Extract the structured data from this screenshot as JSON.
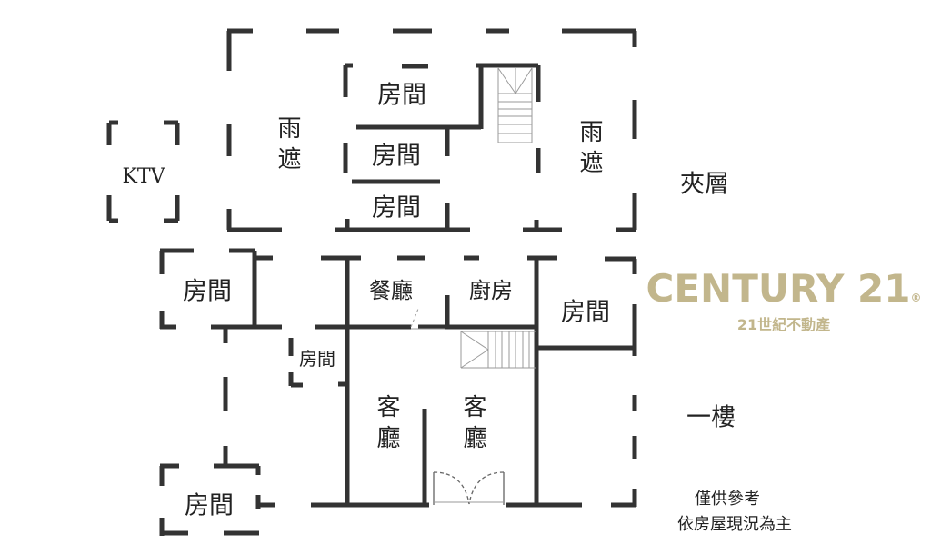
{
  "floors": {
    "mezzanine": {
      "title": "夾層",
      "rooms": [
        "房間",
        "房間",
        "房間"
      ],
      "canopy_left": "雨遮",
      "canopy_right": "雨遮",
      "ktv": "KTV"
    },
    "ground": {
      "title": "一樓",
      "room_top_left": "房間",
      "room_small": "房間",
      "room_bottom_left": "房間",
      "room_right": "房間",
      "dining": "餐廳",
      "kitchen": "廚房",
      "living_left": "客廳",
      "living_right": "客廳"
    }
  },
  "notes": [
    "僅供參考",
    "依房屋現況為主"
  ],
  "watermark": {
    "brand": "CENTURY 21",
    "reg": "®",
    "subtitle": "21世紀不動產",
    "color": "#c2b68c"
  },
  "colors": {
    "wall": "#333333",
    "stair": "#9a9a9a"
  }
}
